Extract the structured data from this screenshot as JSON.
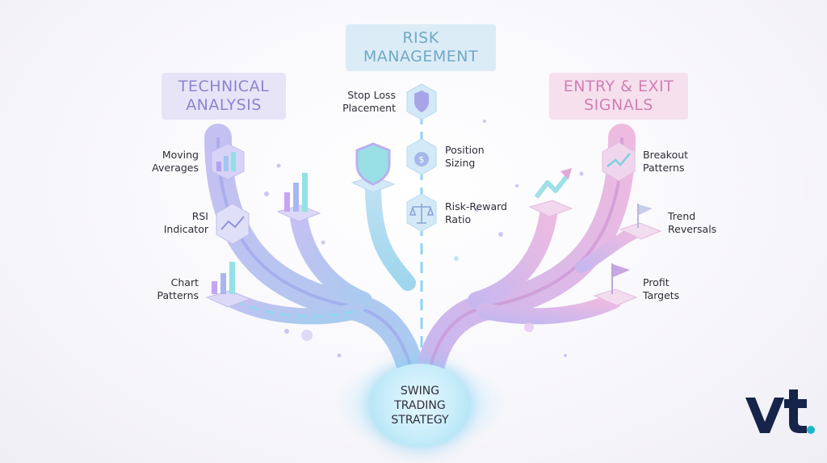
{
  "center": {
    "title": "SWING\nTRADING\nSTRATEGY"
  },
  "categories": {
    "technical": "TECHNICAL\nANALYSIS",
    "risk": "RISK\nMANAGEMENT",
    "entry_exit": "ENTRY & EXIT\nSIGNALS"
  },
  "technical_items": {
    "moving_averages": "Moving\nAverages",
    "rsi": "RSI\nIndicator",
    "chart_patterns": "Chart\nPatterns"
  },
  "risk_items": {
    "stop_loss": "Stop Loss\nPlacement",
    "position_sizing": "Position\nSizing",
    "risk_reward": "Risk-Reward\nRatio"
  },
  "entry_items": {
    "breakout": "Breakout\nPatterns",
    "trend_reversals": "Trend\nReversals",
    "profit_targets": "Profit\nTargets"
  },
  "colors": {
    "technical": "#b8b3ec",
    "risk": "#a9d7ef",
    "entry": "#e3b4dc",
    "logo": "#17244a",
    "logo_dot": "#1fb5c9"
  },
  "icons": [
    "bar-chart-icon",
    "trend-line-icon",
    "shield-icon",
    "dollar-bag-icon",
    "scales-icon",
    "arrow-up-icon",
    "flag-icon"
  ]
}
